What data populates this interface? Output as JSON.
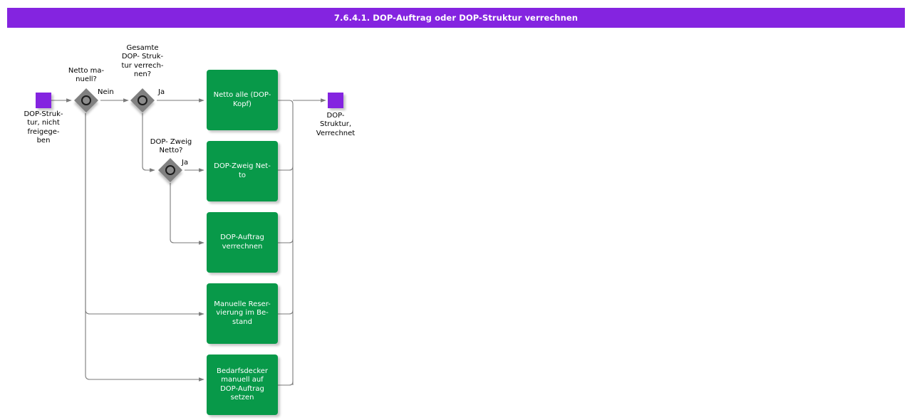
{
  "header": {
    "title": "7.6.4.1. DOP-Auftrag oder DOP-Struktur verrechnen",
    "background_color": "#8424e0",
    "text_color": "#ffffff"
  },
  "theme": {
    "process_color": "#089949",
    "terminator_color": "#8424e0",
    "decision_color": "#808080",
    "edge_color": "#666666",
    "canvas_color": "#ffffff"
  },
  "diagram": {
    "type": "flowchart",
    "orientation": "left-to-right",
    "start_node": {
      "name": "DOP-Struktur, nicht freigegeben",
      "label": "DOP-Struk-\ntur, nicht\nfreigege-\nben",
      "shape": "terminator"
    },
    "end_node": {
      "name": "DOP-Struktur, Verrechnet",
      "label": "DOP-\nStruktur,\nVerrechnet",
      "shape": "terminator"
    },
    "decisions": [
      {
        "id": "netto-manuell",
        "label": "Netto ma-\nnuell?",
        "text": "Netto manuell?",
        "shape": "decision"
      },
      {
        "id": "gesamte-dop-struktur-verrechnen",
        "label": "Gesamte\nDOP- Struk-\ntur  verrech-\nnen?",
        "text": "Gesamte DOP- Struktur verrechnen?",
        "shape": "decision"
      },
      {
        "id": "dop-zweig-netto",
        "label": "DOP- Zweig\nNetto?",
        "text": "DOP- Zweig Netto?",
        "shape": "decision"
      }
    ],
    "processes": [
      {
        "id": "netto-alle-dop-kopf",
        "label": "Netto alle (DOP-\nKopf)",
        "text": "Netto alle (DOP-Kopf)"
      },
      {
        "id": "dop-zweig-netto-process",
        "label": "DOP-Zweig Net-\nto",
        "text": "DOP-Zweig Netto"
      },
      {
        "id": "dop-auftrag-verrechnen",
        "label": "DOP-Auftrag\nverrechnen",
        "text": "DOP-Auftrag verrechnen"
      },
      {
        "id": "manuelle-reservierung",
        "label": "Manuelle Reser-\nvierung im Be-\nstand",
        "text": "Manuelle Reservierung im Bestand"
      },
      {
        "id": "bedarfsdecker-setzen",
        "label": "Bedarfsdecker\nmanuell auf\nDOP-Auftrag\nsetzen",
        "text": "Bedarfsdecker manuell auf DOP-Auftrag setzen"
      }
    ],
    "edge_labels": {
      "netto_manuell_nein": "Nein",
      "gesamte_struktur_ja": "Ja",
      "dop_zweig_netto_ja": "Ja"
    }
  }
}
